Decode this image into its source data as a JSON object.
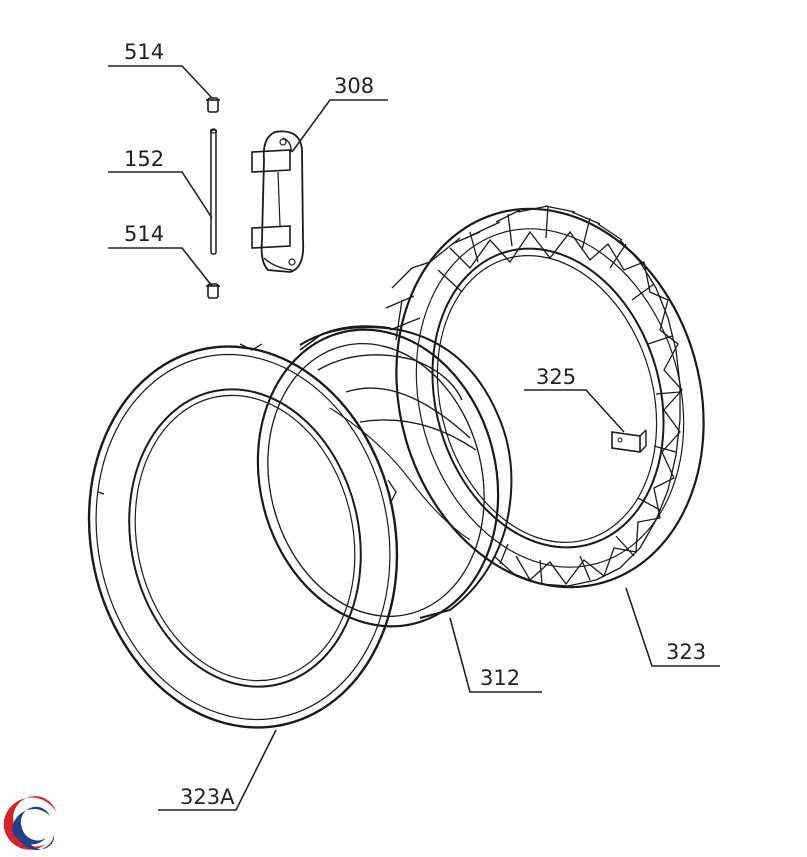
{
  "labels": {
    "hinge_pin_clip_top": "514",
    "hinge_pin": "152",
    "hinge_pin_clip_bottom": "514",
    "hinge": "308",
    "door_trim_inner": "323",
    "door_glass": "312",
    "door_trim_outer": "323A",
    "catch_plate": "325"
  },
  "colors": {
    "line": "#1a1a1a",
    "logo_red": "#d8232a",
    "logo_blue": "#1f3f8f"
  },
  "logo": {
    "icon": "brand-swirl-logo-icon"
  }
}
